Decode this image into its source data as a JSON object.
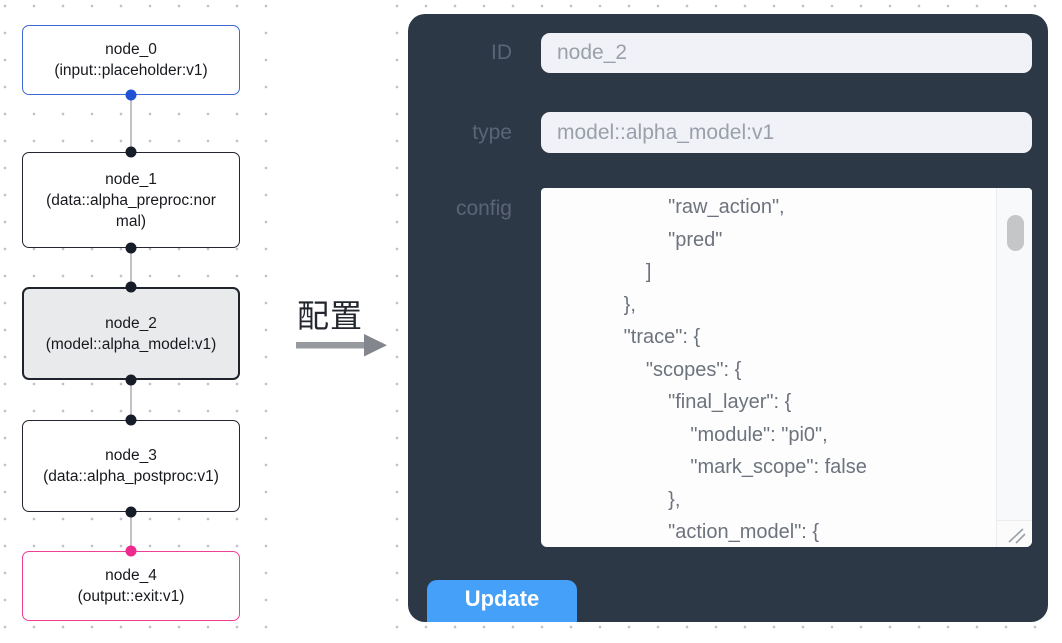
{
  "graph": {
    "nodes": [
      {
        "title": "node_0",
        "subtitle": "(input::placeholder:v1)",
        "role": "input",
        "selected": false
      },
      {
        "title": "node_1",
        "subtitle": "(data::alpha_preproc:normal)",
        "role": "processor",
        "selected": false
      },
      {
        "title": "node_2",
        "subtitle": "(model::alpha_model:v1)",
        "role": "model",
        "selected": true
      },
      {
        "title": "node_3",
        "subtitle": "(data::alpha_postproc:v1)",
        "role": "processor",
        "selected": false
      },
      {
        "title": "node_4",
        "subtitle": "(output::exit:v1)",
        "role": "output",
        "selected": false
      }
    ]
  },
  "annotation": {
    "caption": "配置"
  },
  "panel": {
    "fields": {
      "id": {
        "label": "ID",
        "value": "node_2"
      },
      "type": {
        "label": "type",
        "value": "model::alpha_model:v1"
      },
      "config": {
        "label": "config",
        "lines": [
          "                    \"raw_action\",",
          "                    \"pred\"",
          "                ]",
          "            },",
          "            \"trace\": {",
          "                \"scopes\": {",
          "                    \"final_layer\": {",
          "                        \"module\": \"pi0\",",
          "                        \"mark_scope\": false",
          "                    },",
          "                    \"action_model\": {"
        ]
      }
    },
    "update_label": "Update"
  },
  "colors": {
    "panel_bg": "#2d3847",
    "update_button": "#45a0fa",
    "node_input_border": "#3f68d2",
    "node_default_border": "#23262e",
    "node_output_border": "#ed3f94",
    "node_selected_bg": "#e9eaeb",
    "port_input": "#1f53d4",
    "port_default": "#171c29",
    "port_output": "#ef2a8f",
    "connector": "#c0c2c6",
    "arrow": "#96999e",
    "grid_dot": "#bfc2c9"
  }
}
